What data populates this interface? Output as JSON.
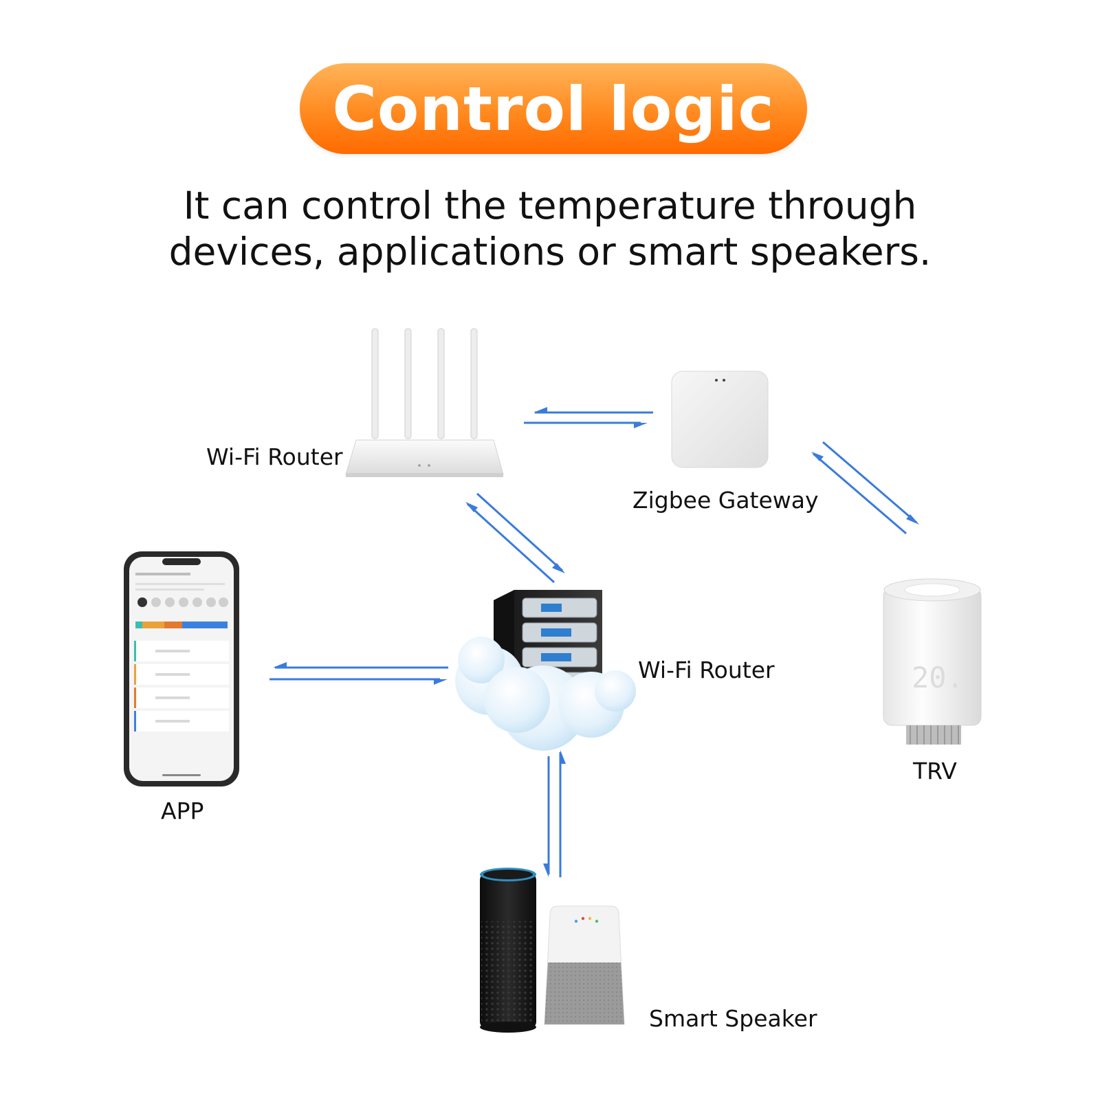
{
  "title": "Control logic",
  "subtitle": {
    "line1": "It can control the temperature through",
    "line2": "devices, applications or smart speakers."
  },
  "nodes": {
    "router_label": "Wi-Fi Router",
    "gateway_label": "Zigbee Gateway",
    "cloud_label": "Wi-Fi Router",
    "app_label": "APP",
    "trv_label": "TRV",
    "speaker_label": "Smart Speaker",
    "trv_display": "20."
  },
  "colors": {
    "title_orange": "#ff8a1f",
    "arrow_blue": "#3a7bdc"
  }
}
